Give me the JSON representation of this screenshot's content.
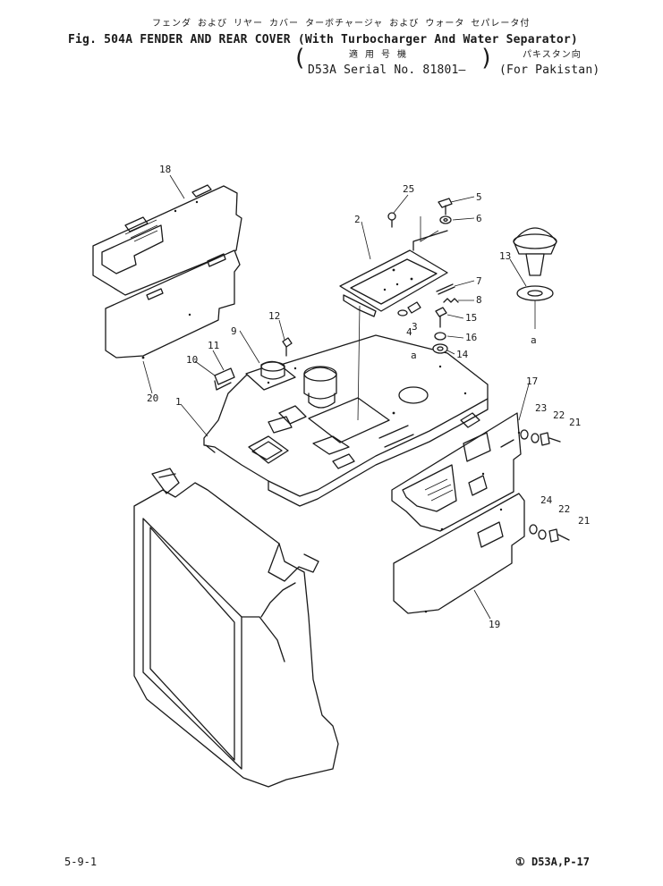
{
  "header": {
    "jp_title": "フェンダ および リヤー カバー ターボチャージャ および ウォータ セパレータ付",
    "title": "Fig. 504A  FENDER AND REAR COVER (With Turbocharger And Water Separator)",
    "jp_applicable": "適 用 号 機",
    "serial": "D53A Serial No. 81801–",
    "jp_pakistan": "パキスタン向",
    "pakistan": "(For Pakistan)",
    "paren_open": "(",
    "paren_close": ")"
  },
  "parts": {
    "p1": "1",
    "p2": "2",
    "p3": "3",
    "p4": "4",
    "p5": "5",
    "p6": "6",
    "p7": "7",
    "p8": "8",
    "p9": "9",
    "p10": "10",
    "p11": "11",
    "p12": "12",
    "p13": "13",
    "p14": "14",
    "p15": "15",
    "p16": "16",
    "p17": "17",
    "p18": "18",
    "p19": "19",
    "p20": "20",
    "p21a": "21",
    "p21b": "21",
    "p22a": "22",
    "p22b": "22",
    "p23": "23",
    "p24": "24",
    "p25": "25",
    "ref_a1": "a",
    "ref_a2": "a"
  },
  "footer": {
    "page": "5-9-1",
    "ref": "① D53A,P-17"
  }
}
